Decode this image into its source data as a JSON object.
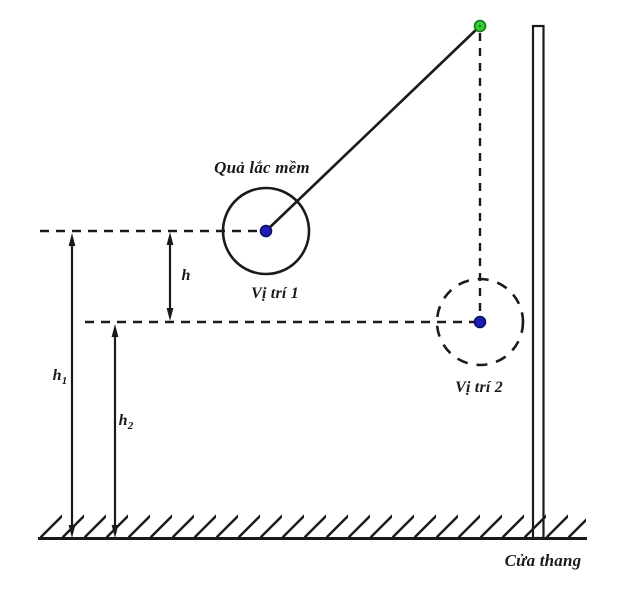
{
  "labels": {
    "pendulum_bob": "Quả lắc mềm",
    "position_1": "Vị trí 1",
    "position_2": "Vị trí 2",
    "height_h": "h",
    "height_h1_base": "h",
    "height_h1_sub": "1",
    "height_h2_base": "h",
    "height_h2_sub": "2",
    "ladder_door": "Cửa thang"
  },
  "colors": {
    "background": "#ffffff",
    "ink": "#1a1a1a",
    "bob_fill": "#1e1eb4",
    "bob_stroke": "#0f0f60",
    "pivot_fill": "#33cc33",
    "pivot_stroke": "#157815"
  }
}
